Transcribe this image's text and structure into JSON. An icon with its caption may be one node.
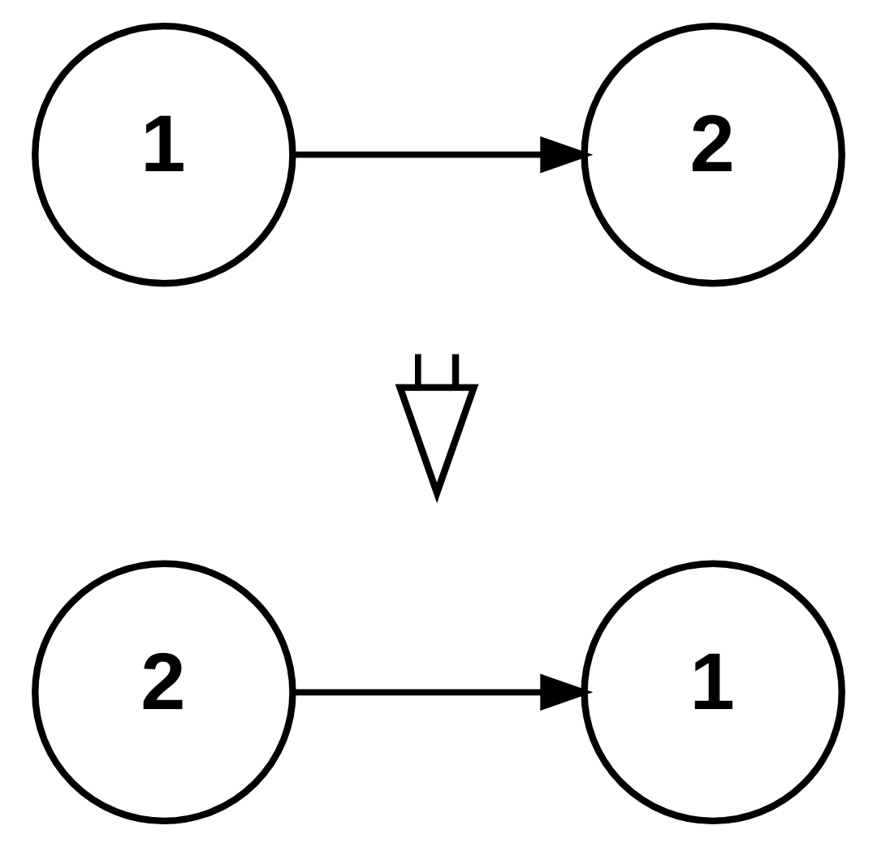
{
  "diagram": {
    "nodes": [
      {
        "text": [
          "1"
        ]
      },
      {
        "text": [
          "2"
        ]
      },
      {
        "text": [
          "2"
        ]
      },
      {
        "text": [
          "1"
        ]
      }
    ],
    "edges": [
      {
        "from": 0,
        "to": 1,
        "arrow": "to"
      },
      {
        "from": 2,
        "to": 3,
        "arrow": "to"
      }
    ]
  }
}
